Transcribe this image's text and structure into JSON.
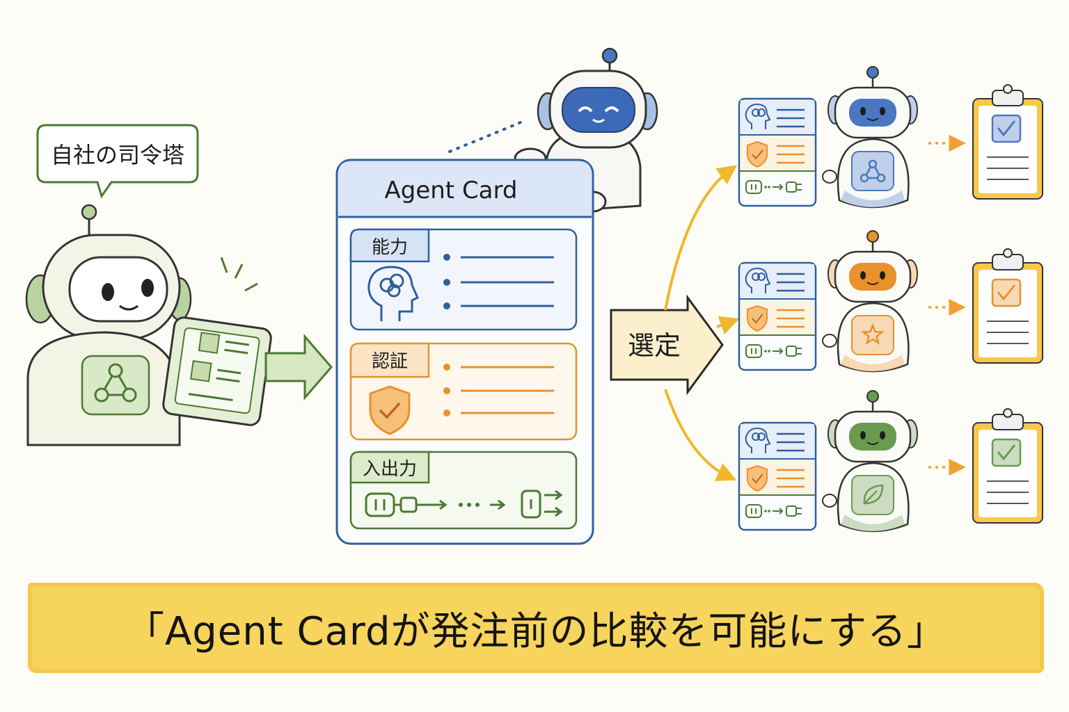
{
  "commander": {
    "speech": "自社の司令塔"
  },
  "agent_card": {
    "title": "Agent Card",
    "sections": [
      {
        "label": "能力",
        "icon": "brain-head-icon",
        "color": "#2f5f9e"
      },
      {
        "label": "認証",
        "icon": "shield-check-icon",
        "color": "#e8912d"
      },
      {
        "label": "入出力",
        "icon": "plug-connector-icon",
        "color": "#4a7a32"
      }
    ]
  },
  "select_arrow": {
    "label": "選定"
  },
  "candidates": [
    {
      "robot_color": "#4a78c0",
      "chest_icon": "network-icon",
      "result_icon": "checklist-clipboard-icon"
    },
    {
      "robot_color": "#e8912d",
      "chest_icon": "star-icon",
      "result_icon": "checklist-clipboard-icon"
    },
    {
      "robot_color": "#6a9a4f",
      "chest_icon": "leaf-icon",
      "result_icon": "checklist-clipboard-icon"
    }
  ],
  "banner": {
    "text": "「Agent Cardが発注前の比較を可能にする」"
  }
}
